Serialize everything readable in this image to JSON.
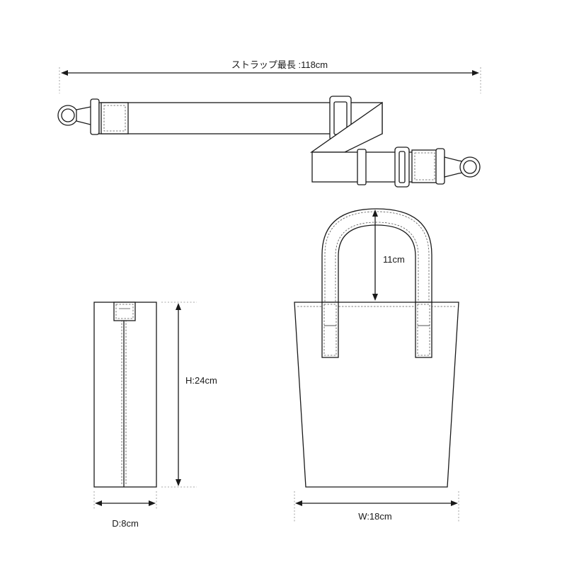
{
  "labels": {
    "strap_length": "ストラップ最長 :118cm",
    "handle_height": "11cm",
    "height": "H:24cm",
    "depth": "D:8cm",
    "width": "W:18cm"
  },
  "colors": {
    "line": "#1a1a1a",
    "background": "#ffffff"
  }
}
